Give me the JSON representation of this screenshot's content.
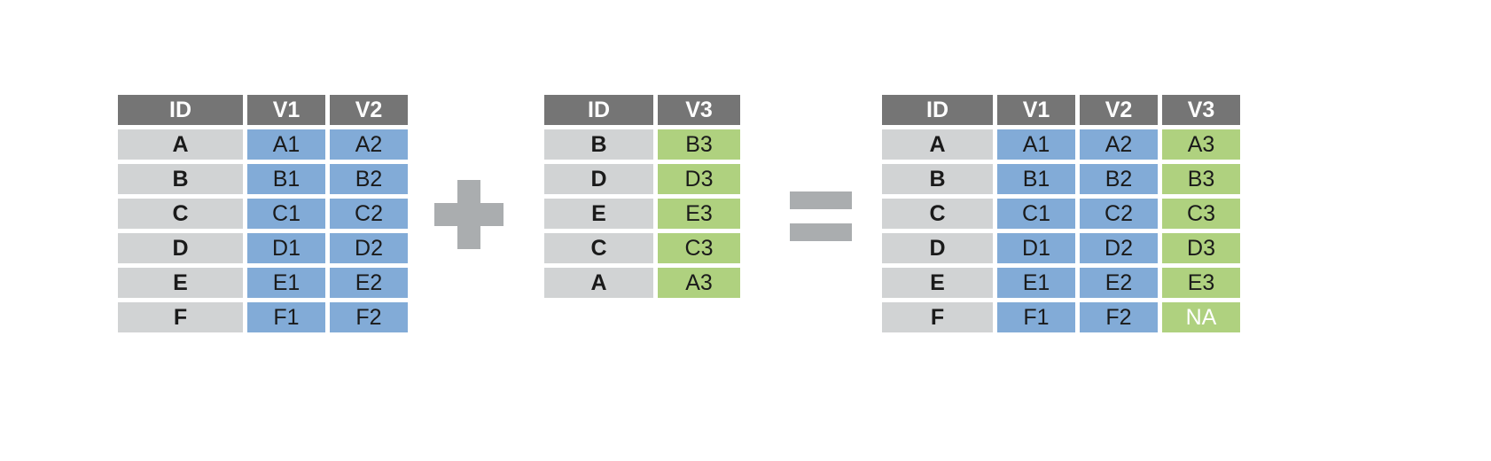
{
  "colors": {
    "background": "#ffffff",
    "header_fill": "#757575",
    "header_text": "#ffffff",
    "id_fill": "#d1d3d4",
    "blue_fill": "#82abd7",
    "green_fill": "#afd17f",
    "operator_gray": "#aaadaf",
    "cell_text": "#1a1a1a",
    "na_text": "#ffffff"
  },
  "tables": {
    "left": {
      "name": "left-table",
      "headers": [
        "ID",
        "V1",
        "V2"
      ],
      "rows": [
        [
          "A",
          "A1",
          "A2"
        ],
        [
          "B",
          "B1",
          "B2"
        ],
        [
          "C",
          "C1",
          "C2"
        ],
        [
          "D",
          "D1",
          "D2"
        ],
        [
          "E",
          "E1",
          "E2"
        ],
        [
          "F",
          "F1",
          "F2"
        ]
      ]
    },
    "middle": {
      "name": "middle-table",
      "headers": [
        "ID",
        "V3"
      ],
      "rows": [
        [
          "B",
          "B3"
        ],
        [
          "D",
          "D3"
        ],
        [
          "E",
          "E3"
        ],
        [
          "C",
          "C3"
        ],
        [
          "A",
          "A3"
        ]
      ]
    },
    "right": {
      "name": "result-table",
      "headers": [
        "ID",
        "V1",
        "V2",
        "V3"
      ],
      "rows": [
        [
          "A",
          "A1",
          "A2",
          "A3"
        ],
        [
          "B",
          "B1",
          "B2",
          "B3"
        ],
        [
          "C",
          "C1",
          "C2",
          "C3"
        ],
        [
          "D",
          "D1",
          "D2",
          "D3"
        ],
        [
          "E",
          "E1",
          "E2",
          "E3"
        ],
        [
          "F",
          "F1",
          "F2",
          "NA"
        ]
      ]
    }
  },
  "operators": {
    "plus": "plus-sign",
    "equals": "equals-sign"
  }
}
